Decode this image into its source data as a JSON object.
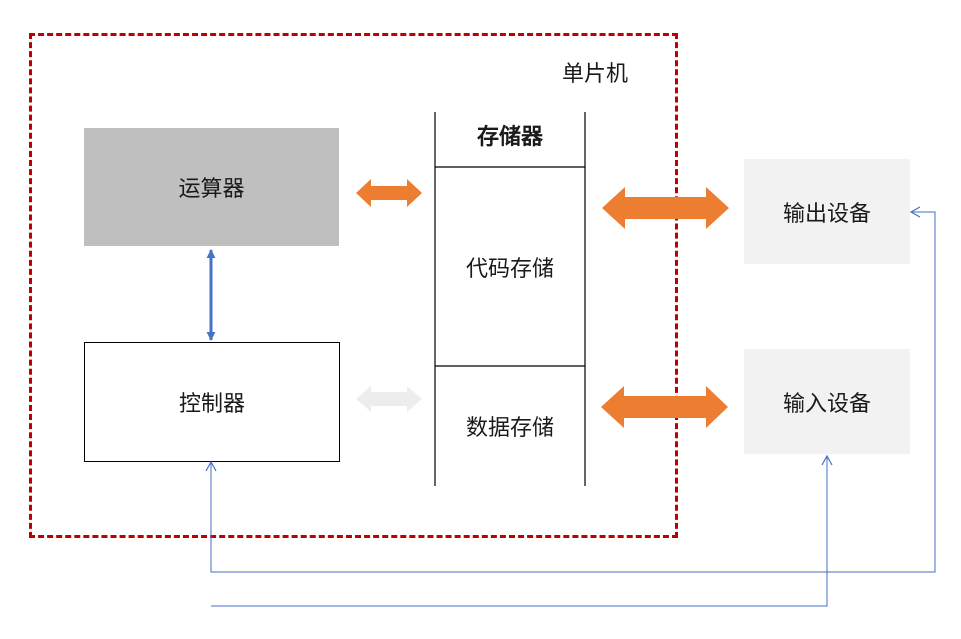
{
  "mcu_label": "单片机",
  "alu_label": "运算器",
  "control_label": "控制器",
  "memory": {
    "title": "存储器",
    "code_label": "代码存储",
    "data_label": "数据存储"
  },
  "output_device_label": "输出设备",
  "input_device_label": "输入设备",
  "colors": {
    "frame": "#c00000",
    "orange_arrow": "#ed7d31",
    "gray_arrow": "#ededed",
    "blue_arrow": "#4472c4",
    "alu_fill": "#bfbfbf",
    "device_fill": "#f2f2f2"
  }
}
